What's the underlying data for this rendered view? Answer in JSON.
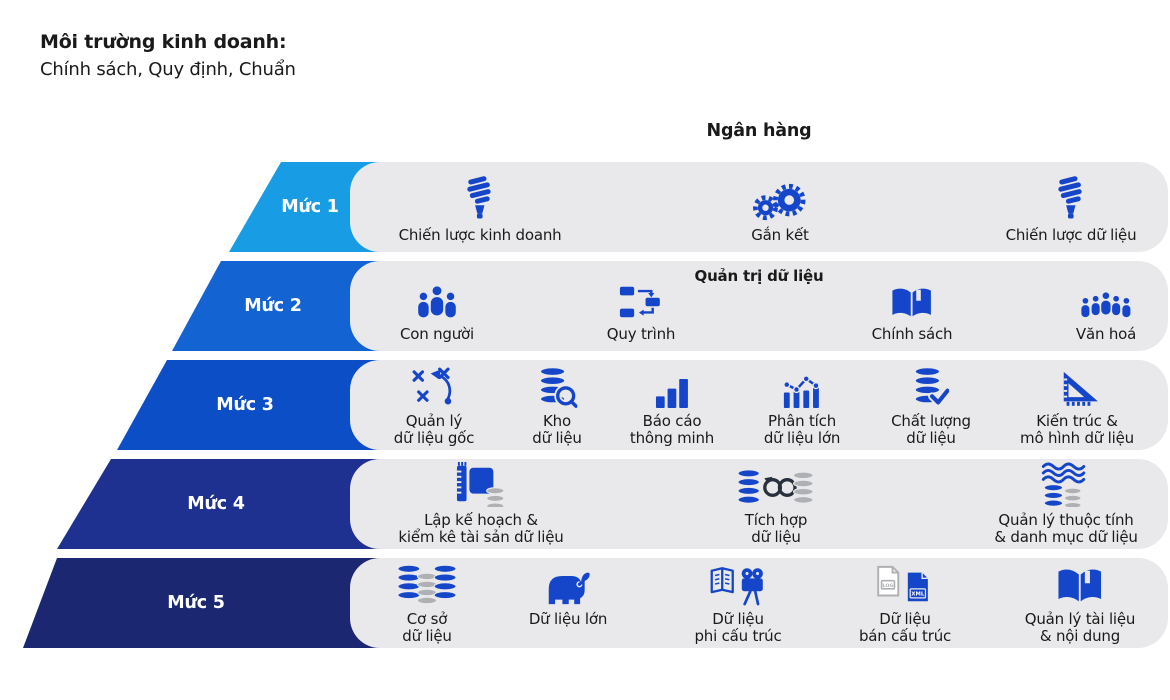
{
  "header": {
    "title": "Môi trường kinh doanh:",
    "subtitle": "Chính sách, Quy định, Chuẩn"
  },
  "bank_label": "Ngân hàng",
  "colors": {
    "level1": "#189DE5",
    "level2": "#1463D2",
    "level3": "#0C4EC6",
    "level4": "#1E3190",
    "level5": "#1B2871",
    "icon_blue": "#1546CA",
    "icon_gray": "#AEB0B4",
    "icon_dark": "#27303C",
    "tray_bg": "#E9E9EB",
    "text": "#1A1A1A"
  },
  "levels": [
    {
      "label": "Mức 1",
      "items": [
        {
          "icon": "cfl-bulb",
          "label": "Chiến lược kinh doanh"
        },
        {
          "icon": "gears",
          "label": "Gắn kết"
        },
        {
          "icon": "cfl-bulb",
          "label": "Chiến lược dữ liệu"
        }
      ]
    },
    {
      "label": "Mức 2",
      "title": "Quản trị dữ liệu",
      "items": [
        {
          "icon": "people-3",
          "label": "Con người"
        },
        {
          "icon": "flowchart",
          "label": "Quy trình"
        },
        {
          "icon": "open-book",
          "label": "Chính sách"
        },
        {
          "icon": "people-5",
          "label": "Văn hoá"
        }
      ]
    },
    {
      "label": "Mức 3",
      "items": [
        {
          "icon": "strategy",
          "label": "Quản lý\ndữ liệu gốc"
        },
        {
          "icon": "db-search",
          "label": "Kho\ndữ liệu"
        },
        {
          "icon": "bar-chart",
          "label": "Báo cáo\nthông minh"
        },
        {
          "icon": "chart-analytics",
          "label": "Phân tích\ndữ liệu lớn"
        },
        {
          "icon": "db-check",
          "label": "Chất lượng\ndữ liệu"
        },
        {
          "icon": "set-square",
          "label": "Kiến trúc &\nmô hình dữ liệu"
        }
      ]
    },
    {
      "label": "Mức 4",
      "items": [
        {
          "icon": "planning-assets",
          "label": "Lập kế hoạch &\nkiểm kê tài sản dữ liệu"
        },
        {
          "icon": "db-integration",
          "label": "Tích hợp\ndữ liệu"
        },
        {
          "icon": "attribute-mgmt",
          "label": "Quản lý thuộc tính\n& danh mục dữ liệu"
        }
      ]
    },
    {
      "label": "Mức 5",
      "items": [
        {
          "icon": "databases",
          "label": "Cơ sở\ndữ liệu"
        },
        {
          "icon": "elephant",
          "label": "Dữ liệu lớn"
        },
        {
          "icon": "book-camera",
          "label": "Dữ liệu\nphi cấu trúc"
        },
        {
          "icon": "log-xml",
          "label": "Dữ liệu\nbán cấu trúc"
        },
        {
          "icon": "solid-book",
          "label": "Quản lý tài liệu\n& nội dung"
        }
      ]
    }
  ]
}
